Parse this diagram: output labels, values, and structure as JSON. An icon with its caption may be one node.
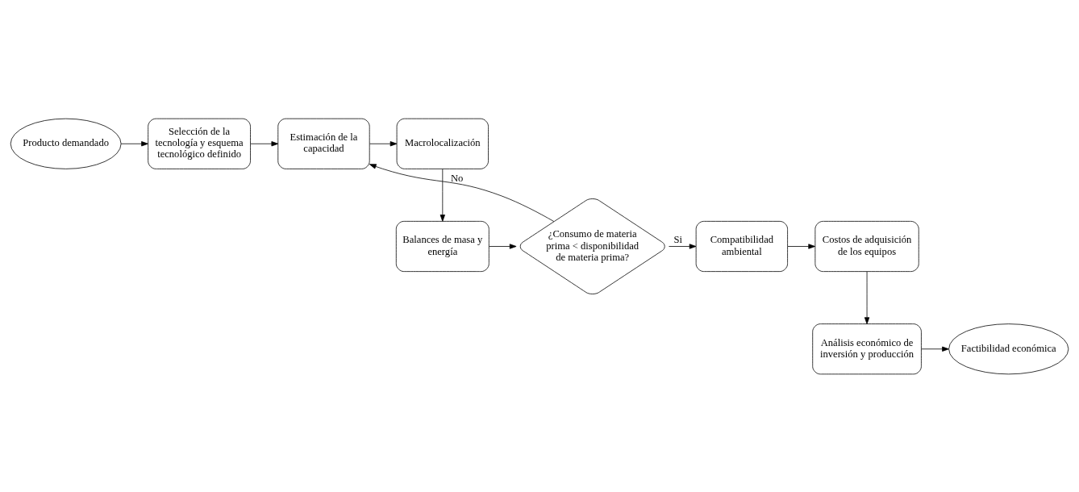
{
  "diagram": {
    "nodes": [
      {
        "text": [
          "Producto demandado"
        ]
      },
      {
        "text": [
          "Selección de la tecnología y esquema tecnológico definido"
        ]
      },
      {
        "text": [
          "Estimación de la capacidad"
        ]
      },
      {
        "text": [
          "Macrolocalización"
        ]
      },
      {
        "text": [
          "Balances de masa y energía"
        ]
      },
      {
        "text": [
          "¿Consumo de materia prima < disponibilidad de materia prima?"
        ]
      },
      {
        "text": [
          "Compatibilidad ambiental"
        ]
      },
      {
        "text": [
          "Costos de adquisición de los equipos"
        ]
      },
      {
        "text": [
          "Análisis económico de inversión y producción"
        ]
      },
      {
        "text": [
          "Factibilidad económica"
        ]
      }
    ],
    "edges": [
      {
        "from": 0,
        "to": 1,
        "arrow": "to"
      },
      {
        "from": 1,
        "to": 2,
        "arrow": "to"
      },
      {
        "from": 2,
        "to": 3,
        "arrow": "to"
      },
      {
        "from": 3,
        "to": 4,
        "arrow": "to"
      },
      {
        "from": 4,
        "to": 5,
        "arrow": "to"
      },
      {
        "from": 5,
        "to": 2,
        "arrow": "to",
        "label": "No"
      },
      {
        "from": 5,
        "to": 6,
        "arrow": "to",
        "label": "Si"
      },
      {
        "from": 6,
        "to": 7,
        "arrow": "to"
      },
      {
        "from": 7,
        "to": 8,
        "arrow": "to"
      },
      {
        "from": 8,
        "to": 9,
        "arrow": "to"
      }
    ]
  }
}
